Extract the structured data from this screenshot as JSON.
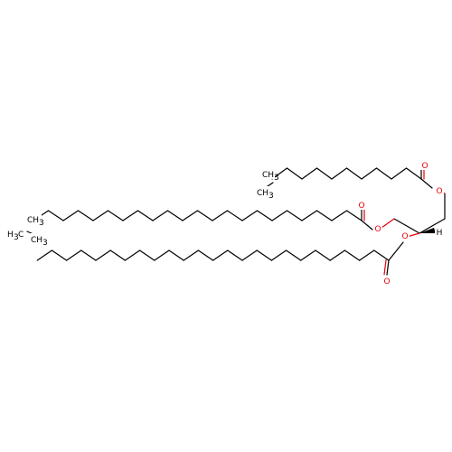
{
  "labels": {
    "o": "O",
    "h": "H",
    "ch3": "CH",
    "three": "3",
    "h3c": "H",
    "h3c_sub": "3",
    "h3c_c": "C"
  },
  "colors": {
    "bond": "#000000",
    "oxygen": "#e8000b",
    "background": "#ffffff"
  }
}
